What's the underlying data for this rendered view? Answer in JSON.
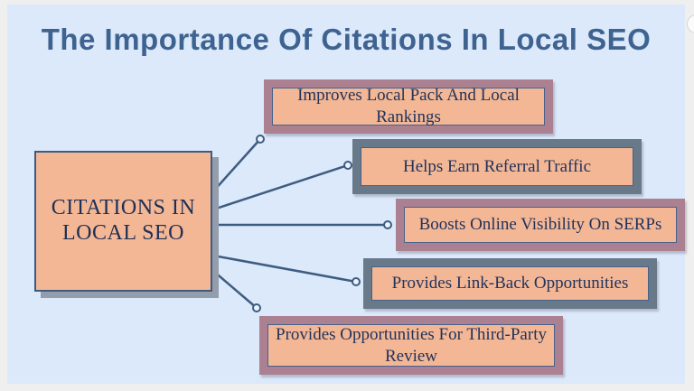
{
  "title": {
    "text": "The Importance Of Citations In Local SEO",
    "color": "#3f6391"
  },
  "center_node": {
    "label": "CITATIONS IN LOCAL SEO",
    "fill": "#f3b795",
    "border_color": "#3d5c80",
    "text_color": "#1e2f55"
  },
  "nodes": [
    {
      "label": "Improves Local Pack And Local Rankings",
      "frame": "mauve"
    },
    {
      "label": "Helps Earn Referral Traffic",
      "frame": "slate"
    },
    {
      "label": "Boosts Online Visibility On SERPs",
      "frame": "mauve"
    },
    {
      "label": "Provides Link-Back Opportunities",
      "frame": "slate"
    },
    {
      "label": "Provides Opportunities For Third-Party Review",
      "frame": "mauve"
    }
  ],
  "colors": {
    "mauve": "#ab8192",
    "slate": "#68798a",
    "node_fill": "#f3b795",
    "connector": "#3e5c80",
    "connector_dot_fill": "#eef4fd",
    "canvas_background": "#dbe9fa",
    "page_background": "#efefef",
    "node_text": "#22335c"
  }
}
